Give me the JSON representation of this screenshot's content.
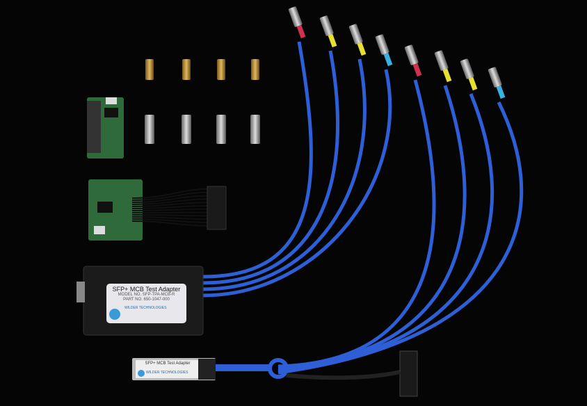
{
  "photo": {
    "subject": "product-photo",
    "adapter_label": {
      "title": "SFP+ MCB Test Adapter",
      "model": "MODEL NO. SFP-TPA-MCB-R",
      "part": "PART NO. 650-1047-000",
      "brand": "WILDER TECHNOLOGIES"
    },
    "module_label": {
      "title": "SFP+ MCB Test Adapter",
      "brand": "WILDER TECHNOLOGIES"
    },
    "colors": {
      "background": "#050505",
      "cable": "#2f5fd6",
      "board": "#2f6b3a",
      "gold": "#c89a3a",
      "silver": "#b8b8b8",
      "marker_yellow": "#e8e030",
      "marker_red": "#d23050",
      "marker_cyan": "#3ab0e0"
    }
  }
}
